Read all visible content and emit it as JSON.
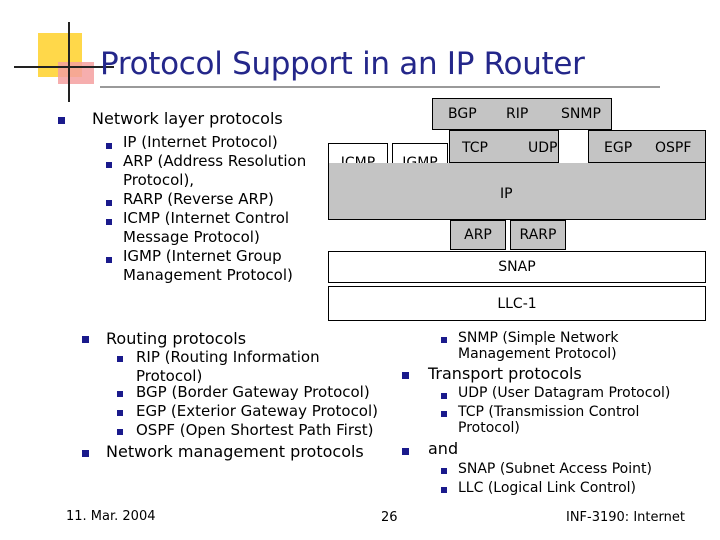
{
  "title": "Protocol Support in an IP Router",
  "network_layer": {
    "heading": "Network layer protocols",
    "items": [
      "IP (Internet Protocol)",
      "ARP (Address Resolution Protocol),",
      "RARP (Reverse ARP)",
      "ICMP (Internet Control Message Protocol)",
      "IGMP (Internet Group Management Protocol)"
    ]
  },
  "routing": {
    "heading": "Routing protocols",
    "items": [
      "RIP (Routing Information Protocol)",
      "BGP (Border Gateway Protocol)",
      "EGP (Exterior Gateway Protocol)",
      "OSPF (Open Shortest Path First)"
    ]
  },
  "network_management": {
    "heading": "Network management protocols"
  },
  "right_column": {
    "snmp": "SNMP (Simple Network Management Protocol)",
    "transport_heading": "Transport protocols",
    "transport_items": [
      "UDP (User Datagram Protocol)",
      "TCP (Transmission Control Protocol)"
    ],
    "and_heading": "and",
    "and_items": [
      "SNAP (Subnet Access Point)",
      "LLC (Logical Link Control)"
    ]
  },
  "diagram": {
    "bgp": "BGP",
    "rip": "RIP",
    "snmp": "SNMP",
    "tcp": "TCP",
    "udp": "UDP",
    "egp": "EGP",
    "ospf": "OSPF",
    "icmp": "ICMP",
    "igmp": "IGMP",
    "ip": "IP",
    "arp": "ARP",
    "rarp": "RARP",
    "snap": "SNAP",
    "llc": "LLC-1",
    "colors": {
      "grey": "#c4c4c4",
      "white": "#ffffff"
    }
  },
  "footer": {
    "date": "11. Mar. 2004",
    "page": "26",
    "course": "INF-3190: Internet"
  },
  "colors": {
    "title": "#24278a",
    "bullet": "#1a1a8c",
    "deco_yellow": "#ffd84a",
    "deco_pink": "#f4a0a0"
  }
}
